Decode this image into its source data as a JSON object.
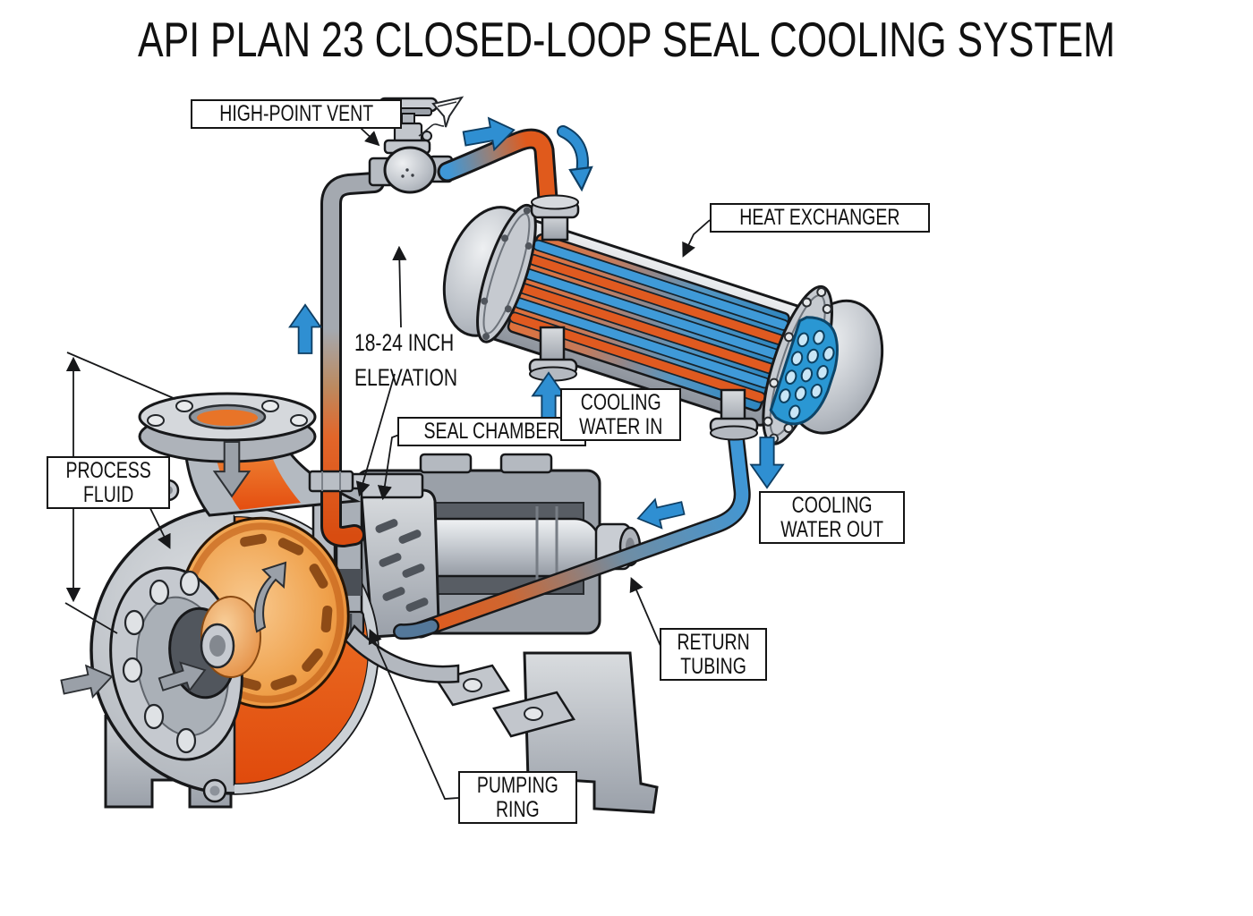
{
  "title": "API PLAN 23 CLOSED-LOOP SEAL COOLING SYSTEM",
  "labels": {
    "high_point_vent": "HIGH-POINT VENT",
    "heat_exchanger": "HEAT EXCHANGER",
    "elevation_line1": "18-24 INCH",
    "elevation_line2": "ELEVATION",
    "seal_chamber": "SEAL CHAMBER",
    "cooling_water_in_line1": "COOLING",
    "cooling_water_in_line2": "WATER IN",
    "cooling_water_out_line1": "COOLING",
    "cooling_water_out_line2": "WATER OUT",
    "process_fluid_line1": "PROCESS",
    "process_fluid_line2": "FLUID",
    "return_tubing_line1": "RETURN",
    "return_tubing_line2": "TUBING",
    "pumping_ring_line1": "PUMPING",
    "pumping_ring_line2": "RING"
  },
  "colors": {
    "hot_seal_fluid": "#e05a1c",
    "cool_fluid": "#2f8fd2",
    "metal_gray": "#b9bec5",
    "outline": "#17181a",
    "background": "#ffffff"
  },
  "flow_indicators": [
    {
      "name": "seal-fluid-rising-arrow",
      "direction": "up",
      "color": "#2f8fd2"
    },
    {
      "name": "to-heat-exchanger-arrow",
      "direction": "right",
      "color": "#2f8fd2"
    },
    {
      "name": "into-heat-exchanger-arrow",
      "direction": "down",
      "color": "#2f8fd2"
    },
    {
      "name": "cooling-water-in-arrow",
      "direction": "up",
      "color": "#2f8fd2"
    },
    {
      "name": "cooling-water-out-arrow",
      "direction": "down",
      "color": "#2f8fd2"
    },
    {
      "name": "return-to-seal-chamber-arrow",
      "direction": "down-left",
      "color": "#2f8fd2"
    },
    {
      "name": "process-fluid-inlet-arrow",
      "direction": "down",
      "color": "#9aa0a8"
    },
    {
      "name": "suction-flow-arrow",
      "direction": "right",
      "color": "#9aa0a8"
    },
    {
      "name": "impeller-rotation-arrow",
      "direction": "counter-clockwise",
      "color": "#9aa0a8"
    }
  ]
}
